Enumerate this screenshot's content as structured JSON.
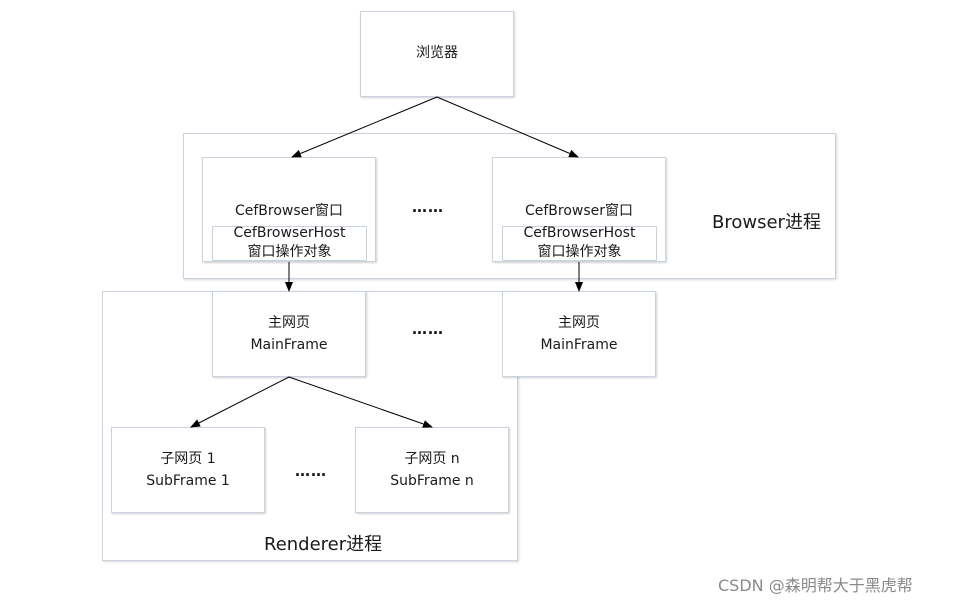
{
  "nodes": {
    "browser": "浏览器",
    "cef_left_title": "CefBrowser窗口",
    "cef_left_host": "CefBrowserHost",
    "cef_left_ops": "窗口操作对象",
    "cef_right_title": "CefBrowser窗口",
    "cef_right_host": "CefBrowserHost",
    "cef_right_ops": "窗口操作对象",
    "main_left_cn": "主网页",
    "main_left_en": "MainFrame",
    "main_right_cn": "主网页",
    "main_right_en": "MainFrame",
    "sub_left_cn": "子网页 1",
    "sub_left_en": "SubFrame 1",
    "sub_right_cn": "子网页 n",
    "sub_right_en": "SubFrame n"
  },
  "regions": {
    "browser_process": "Browser进程",
    "renderer_process": "Renderer进程"
  },
  "ellipsis": "……",
  "watermark": "CSDN @森明帮大于黑虎帮"
}
